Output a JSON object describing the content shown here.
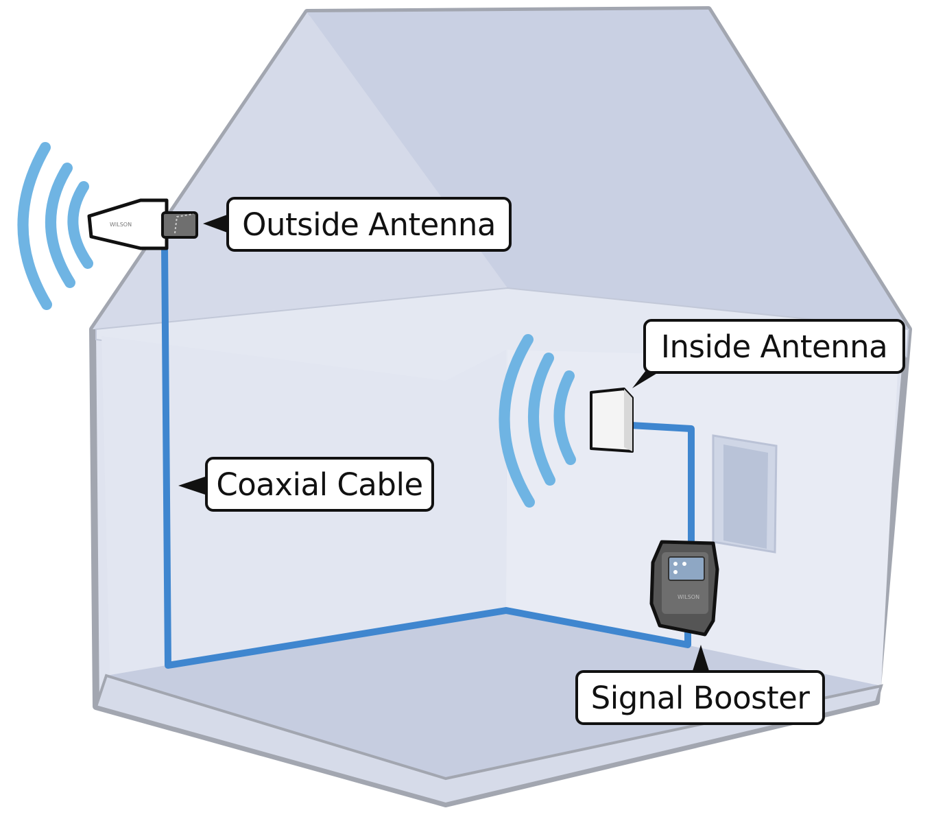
{
  "labels": {
    "outside_antenna": "Outside Antenna",
    "coaxial_cable": "Coaxial Cable",
    "inside_antenna": "Inside Antenna",
    "signal_booster": "Signal Booster"
  },
  "colors": {
    "house_wall": "#dfe3ef",
    "house_roof": "#c8cfe2",
    "house_outline": "#a2a6b0",
    "floor": "#c2c9dd",
    "cable": "#3f86cf",
    "signal_waves": "#6fb4e3",
    "label_border": "#111111"
  }
}
